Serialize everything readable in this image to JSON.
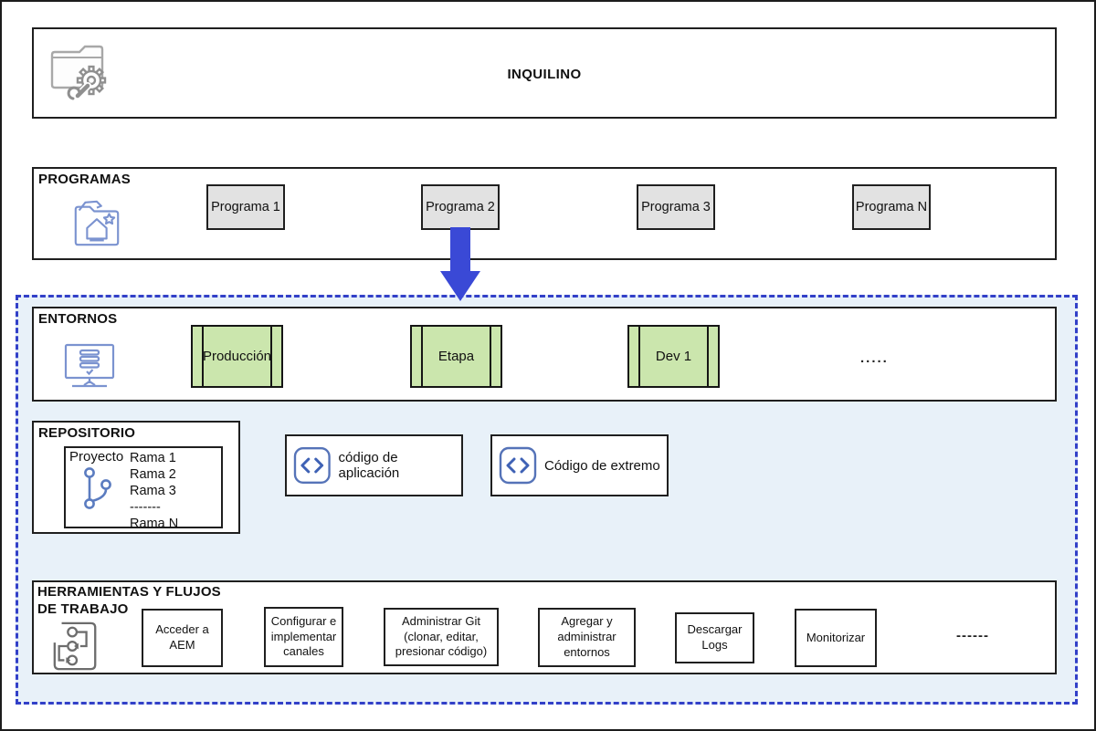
{
  "colors": {
    "outer_border": "#1c1c1c",
    "box_border": "#1f1f1f",
    "program_fill": "#e2e2e2",
    "environment_fill": "#cbe6ad",
    "dashed_border": "#3240c8",
    "panel_background": "#e8f1f9",
    "arrow_blue": "#3a49d6",
    "icon_blue": "#7b93d0",
    "icon_gray": "#9c9c9c"
  },
  "tenant": {
    "title": "INQUILINO",
    "icon": "folder-gear-icon"
  },
  "programs": {
    "label": "PROGRAMAS",
    "icon": "program-folder-icon",
    "items": [
      "Programa 1",
      "Programa 2",
      "Programa 3",
      "Programa N"
    ]
  },
  "flow": {
    "arrow_icon": "down-arrow"
  },
  "environments": {
    "label": "ENTORNOS",
    "icon": "monitor-icon",
    "items": [
      "Producción",
      "Etapa",
      "Dev 1"
    ],
    "ellipsis": "....."
  },
  "repository": {
    "label": "REPOSITORIO",
    "project_label": "Proyecto",
    "icon": "git-branch-icon",
    "branches": [
      "Rama 1",
      "Rama 2",
      "Rama 3",
      "-------",
      "Rama N"
    ]
  },
  "code_boxes": {
    "icon": "code-brackets-icon",
    "application": "código de aplicación",
    "frontend": "Código de extremo"
  },
  "tools": {
    "label_line1": "HERRAMIENTAS Y FLUJOS",
    "label_line2": "DE TRABAJO",
    "icon": "workflow-icon",
    "items": [
      "Acceder a AEM",
      "Configurar e implementar canales",
      "Administrar Git (clonar, editar, presionar código)",
      "Agregar y administrar entornos",
      "Descargar Logs",
      "Monitorizar"
    ],
    "ellipsis": "------"
  }
}
